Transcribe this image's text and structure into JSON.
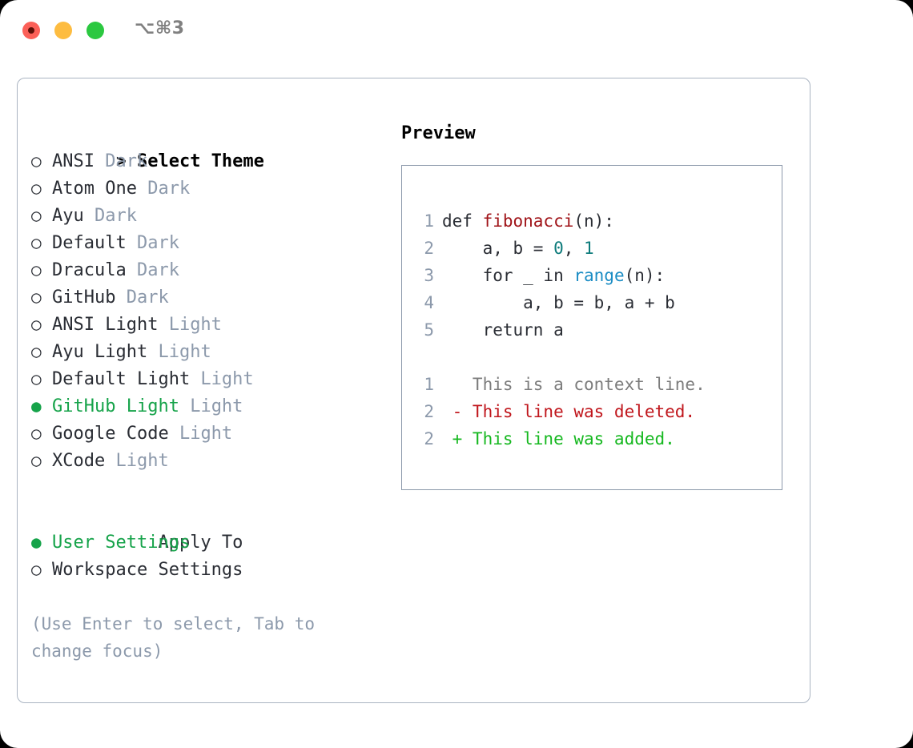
{
  "titlebar": {
    "shortcut": "⌥⌘3",
    "buttons": {
      "close": "close",
      "minimize": "minimize",
      "maximize": "maximize"
    }
  },
  "theme_section": {
    "caret": ">",
    "header": "Select Theme",
    "radio_empty": "○",
    "radio_filled": "●",
    "items": [
      {
        "name": "ANSI",
        "variant": "Dark",
        "selected": false
      },
      {
        "name": "Atom One",
        "variant": "Dark",
        "selected": false
      },
      {
        "name": "Ayu",
        "variant": "Dark",
        "selected": false
      },
      {
        "name": "Default",
        "variant": "Dark",
        "selected": false
      },
      {
        "name": "Dracula",
        "variant": "Dark",
        "selected": false
      },
      {
        "name": "GitHub",
        "variant": "Dark",
        "selected": false
      },
      {
        "name": "ANSI Light",
        "variant": "Light",
        "selected": false
      },
      {
        "name": "Ayu Light",
        "variant": "Light",
        "selected": false
      },
      {
        "name": "Default Light",
        "variant": "Light",
        "selected": false
      },
      {
        "name": "GitHub Light",
        "variant": "Light",
        "selected": true
      },
      {
        "name": "Google Code",
        "variant": "Light",
        "selected": false
      },
      {
        "name": "XCode",
        "variant": "Light",
        "selected": false
      }
    ]
  },
  "apply_section": {
    "header": "Apply To",
    "items": [
      {
        "name": "User Settings",
        "selected": true
      },
      {
        "name": "Workspace Settings",
        "selected": false
      }
    ]
  },
  "hint": "(Use Enter to select, Tab to change focus)",
  "preview": {
    "title": "Preview",
    "code_lines": [
      {
        "num": "1",
        "tokens": [
          {
            "t": "def ",
            "c": "tok-kw"
          },
          {
            "t": "fibonacci",
            "c": "tok-fn"
          },
          {
            "t": "(n):",
            "c": "tok-plain"
          }
        ]
      },
      {
        "num": "2",
        "tokens": [
          {
            "t": "    a, b = ",
            "c": "tok-plain"
          },
          {
            "t": "0",
            "c": "tok-num"
          },
          {
            "t": ", ",
            "c": "tok-plain"
          },
          {
            "t": "1",
            "c": "tok-num"
          }
        ]
      },
      {
        "num": "3",
        "tokens": [
          {
            "t": "    for _ in ",
            "c": "tok-kw"
          },
          {
            "t": "range",
            "c": "tok-built"
          },
          {
            "t": "(n):",
            "c": "tok-plain"
          }
        ]
      },
      {
        "num": "4",
        "tokens": [
          {
            "t": "        a, b = b, a + b",
            "c": "tok-plain"
          }
        ]
      },
      {
        "num": "5",
        "tokens": [
          {
            "t": "    return a",
            "c": "tok-kw"
          }
        ]
      }
    ],
    "diff_lines": [
      {
        "num": "1",
        "tokens": [
          {
            "t": "   This is a context line.",
            "c": "diff-ctx"
          }
        ]
      },
      {
        "num": "2",
        "tokens": [
          {
            "t": " - This line was deleted.",
            "c": "diff-del"
          }
        ]
      },
      {
        "num": "2",
        "tokens": [
          {
            "t": " + This line was added.",
            "c": "diff-add"
          }
        ]
      }
    ]
  },
  "colors": {
    "accent_green": "#16a34a",
    "muted": "#8c99ab",
    "text": "#2a2d34",
    "panel_border": "#aab4c2",
    "preview_border": "#8c99ab",
    "diff_add": "#16b820",
    "diff_del": "#c0161c",
    "syntax_function": "#a01419",
    "syntax_number": "#0d7b7b",
    "syntax_builtin": "#1a8cc4"
  }
}
